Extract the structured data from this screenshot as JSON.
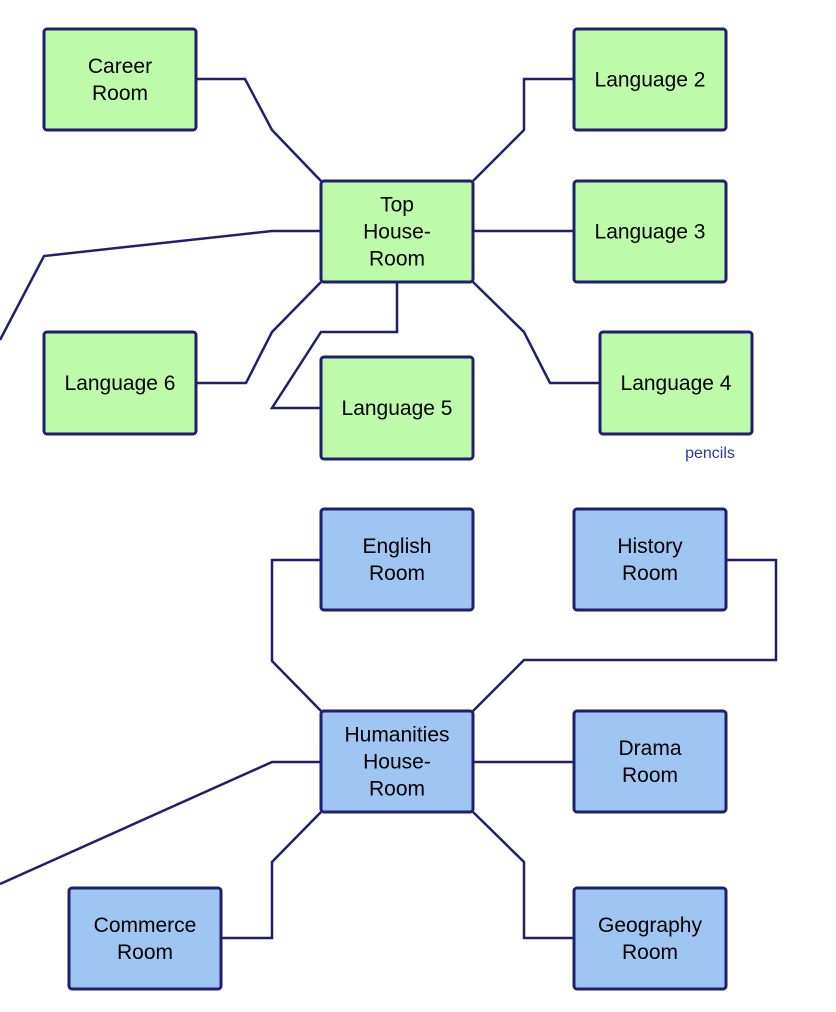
{
  "colors": {
    "green": "#bdfaa9",
    "blue": "#9fc5f2",
    "border": "#1f1f6e"
  },
  "nodes": {
    "career": {
      "lines": [
        "Career",
        "Room"
      ],
      "color": "green"
    },
    "language2": {
      "lines": [
        "Language 2"
      ],
      "color": "green"
    },
    "top_house": {
      "lines": [
        "Top",
        "House-",
        "Room"
      ],
      "color": "green"
    },
    "language3": {
      "lines": [
        "Language 3"
      ],
      "color": "green"
    },
    "language6": {
      "lines": [
        "Language 6"
      ],
      "color": "green"
    },
    "language5": {
      "lines": [
        "Language 5"
      ],
      "color": "green"
    },
    "language4": {
      "lines": [
        "Language 4"
      ],
      "color": "green"
    },
    "english": {
      "lines": [
        "English",
        "Room"
      ],
      "color": "blue"
    },
    "history": {
      "lines": [
        "History",
        "Room"
      ],
      "color": "blue"
    },
    "humanities_house": {
      "lines": [
        "Humanities",
        "House-",
        "Room"
      ],
      "color": "blue"
    },
    "drama": {
      "lines": [
        "Drama",
        "Room"
      ],
      "color": "blue"
    },
    "commerce": {
      "lines": [
        "Commerce",
        "Room"
      ],
      "color": "blue"
    },
    "geography": {
      "lines": [
        "Geography",
        "Room"
      ],
      "color": "blue"
    }
  },
  "annotation": "pencils"
}
